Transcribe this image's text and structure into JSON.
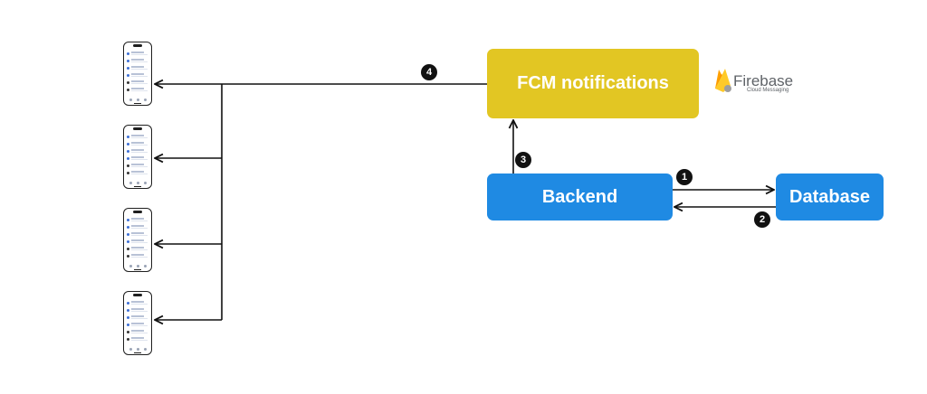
{
  "nodes": {
    "fcm": {
      "label": "FCM notifications",
      "color": "#E2C623"
    },
    "backend": {
      "label": "Backend",
      "color": "#1F8AE3"
    },
    "database": {
      "label": "Database",
      "color": "#1F8AE3"
    }
  },
  "firebase_logo": {
    "name": "Firebase",
    "subtitle": "Cloud Messaging",
    "icon": "firebase-flame-icon"
  },
  "steps": [
    "1",
    "2",
    "3",
    "4"
  ],
  "devices": [
    {
      "icon": "smartphone-icon"
    },
    {
      "icon": "smartphone-icon"
    },
    {
      "icon": "smartphone-icon"
    },
    {
      "icon": "smartphone-icon"
    }
  ],
  "colors": {
    "line": "#111111",
    "background": "#FFFFFF"
  }
}
